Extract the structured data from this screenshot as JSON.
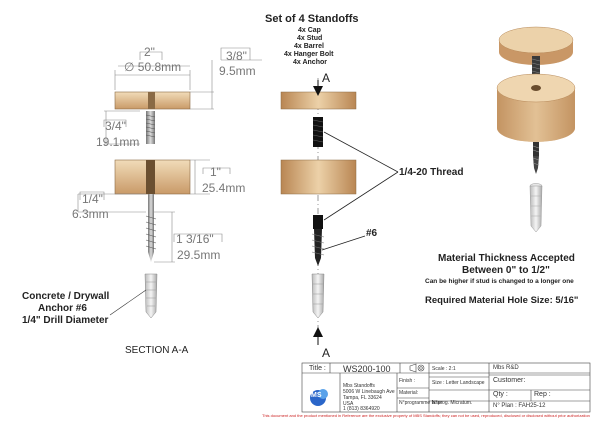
{
  "header": {
    "title": "Set of 4 Standoffs",
    "components": [
      "4x Cap",
      "4x Stud",
      "4x Barrel",
      "4x Hanger Bolt",
      "4x Anchor"
    ]
  },
  "dimensions": {
    "dia_in": "2\"",
    "dia_mm": "∅ 50.8mm",
    "cap_in": "3/8\"",
    "cap_mm": "9.5mm",
    "stud_in": "3/4\"",
    "stud_mm": "19.1mm",
    "barrel_in": "1\"",
    "barrel_mm": "25.4mm",
    "bolt_in": "1/4\"",
    "bolt_mm": "6.3mm",
    "screw_in": "1 3/16\"",
    "screw_mm": "29.5mm"
  },
  "labels": {
    "section_top": "A",
    "section_bottom": "A",
    "thread": "1/4-20 Thread",
    "screw": "#6",
    "anchor_line1": "Concrete / Drywall",
    "anchor_line2": "Anchor #6",
    "anchor_line3": "1/4\" Drill Diameter",
    "section_view": "SECTION A-A",
    "material_line1": "Material Thickness Accepted",
    "material_line2": "Between 0\" to 1/2\"",
    "material_line3": "Can be higher if stud is changed to a longer one",
    "hole_size": "Required Material Hole Size: 5/16\""
  },
  "title_block": {
    "title_label": "Title :",
    "title_value": "WS200-100",
    "scale": "Scale : 2:1",
    "size": "Size : Letter Landscape",
    "finish": "Finish :",
    "rd": "Mbs R&D",
    "customer": "Customer:",
    "qty": "Qty :",
    "rep": "Rep :",
    "plan": "N° Plan : FAH25-12",
    "material": "Material:",
    "prog_laser": "N°programme laser",
    "prog_micro": "N°prog. Micratum.",
    "company": "Mbs Standoffs",
    "address1": "5006 W Linebaugh Ave",
    "address2": "Tampa, FL 33624",
    "address3": "USA",
    "phone": "1 (813) 8364920",
    "logo_text": "MS"
  },
  "disclaimer": "This document and the product mentioned in Reference are the exclusive property of MBS Standoffs; they can not be used, reproduced, disclosed or disclosed without prior authorization",
  "colors": {
    "wood_light": "#e8c9a0",
    "wood_dark": "#b8875a",
    "metal": "#9a9a9a",
    "accent_red": "#cc2222",
    "dim_gray": "#7a7a7a"
  }
}
